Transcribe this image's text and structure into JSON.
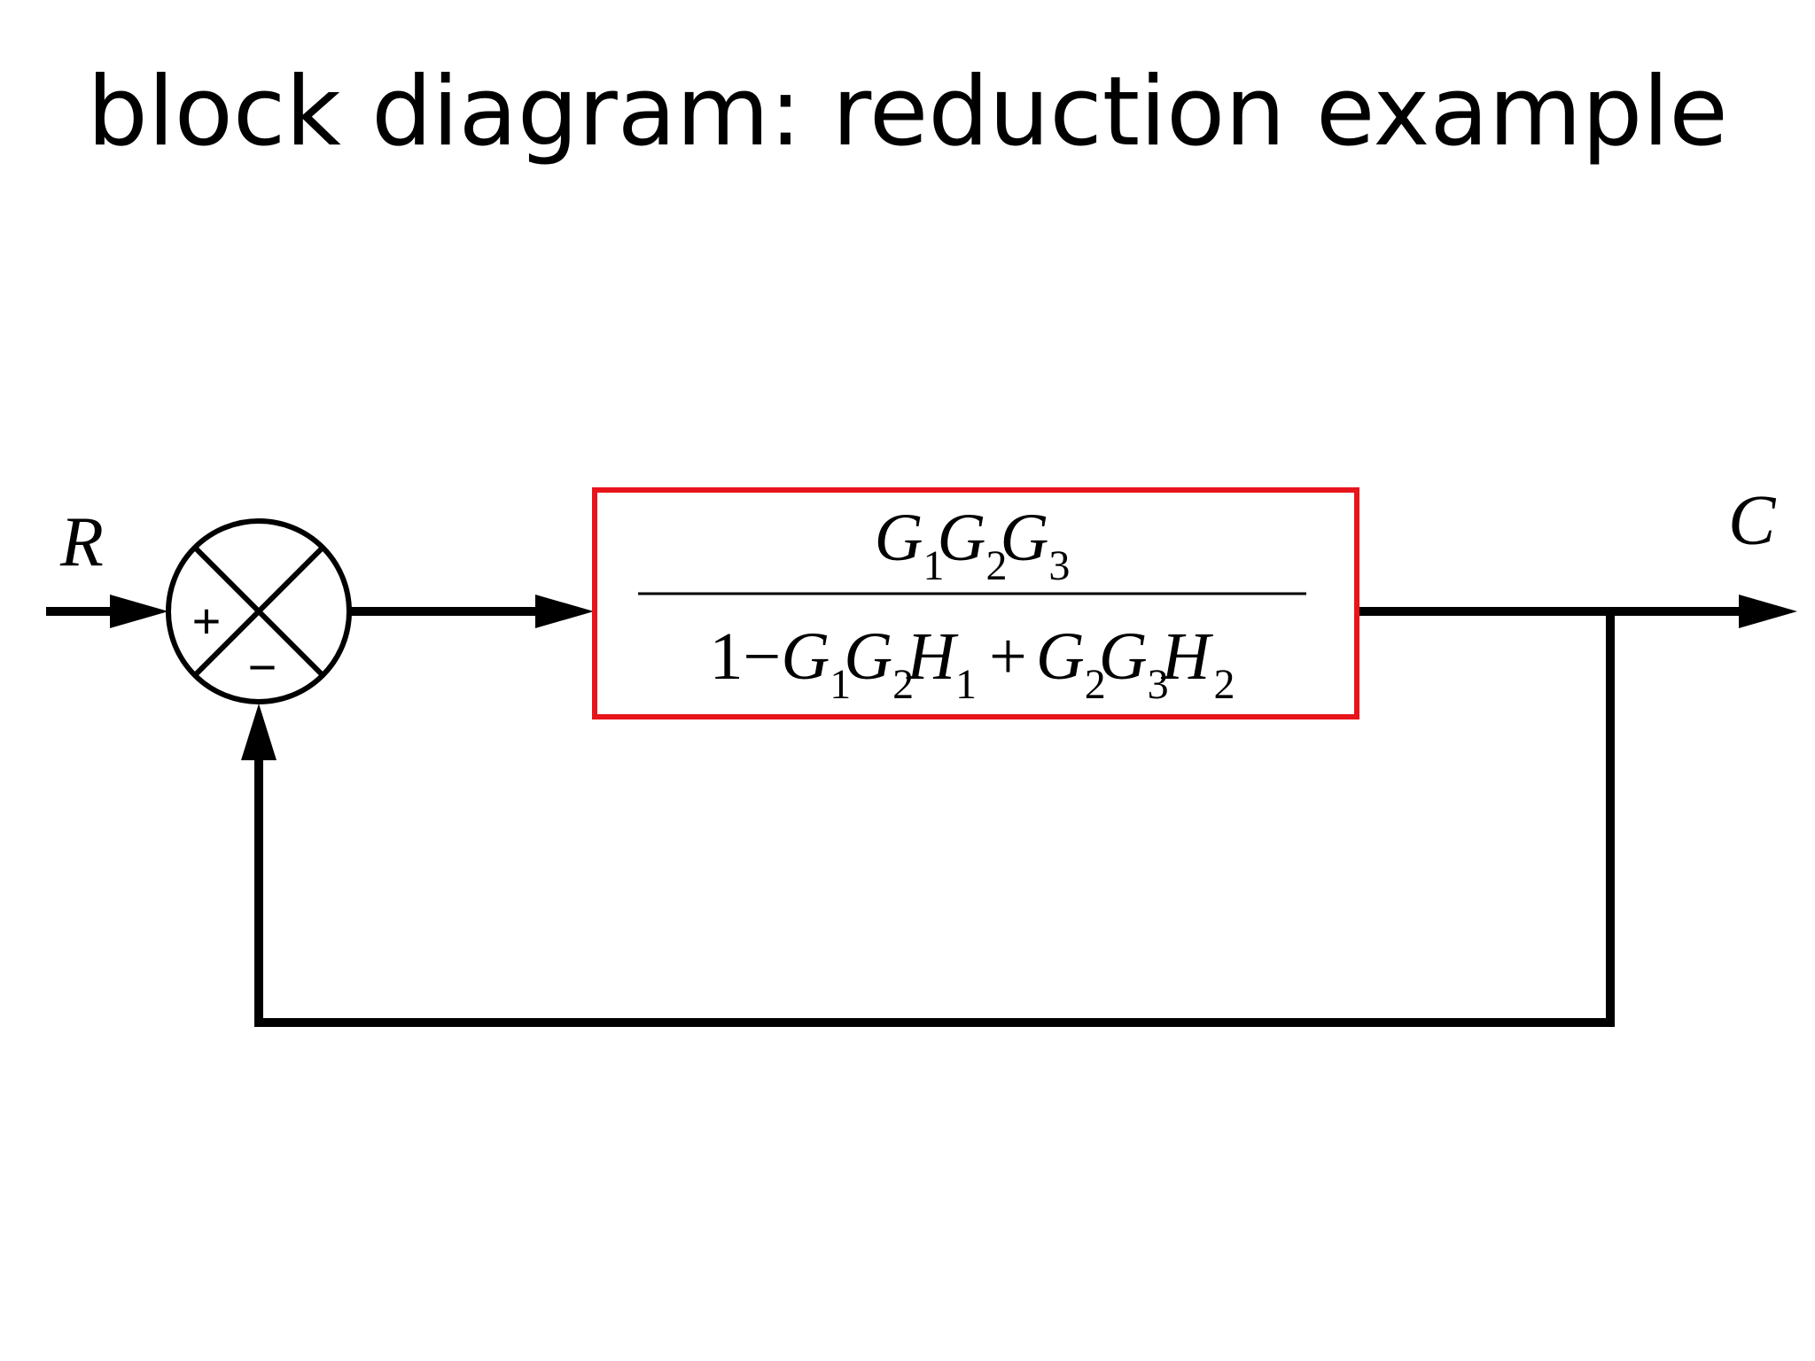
{
  "title": "block diagram: reduction example",
  "diagram": {
    "input_label": "R",
    "output_label": "C",
    "summing_junction": {
      "plus_sign": "+",
      "minus_sign": "−"
    },
    "block": {
      "border_color": "#e8141b",
      "numerator": [
        {
          "sym": "G",
          "sub": "1"
        },
        {
          "sym": "G",
          "sub": "2"
        },
        {
          "sym": "G",
          "sub": "3"
        }
      ],
      "denominator": {
        "lead": "1",
        "op1": "−",
        "term1": [
          {
            "sym": "G",
            "sub": "1"
          },
          {
            "sym": "G",
            "sub": "2"
          },
          {
            "sym": "H",
            "sub": "1"
          }
        ],
        "op2": "+",
        "term2": [
          {
            "sym": "G",
            "sub": "2"
          },
          {
            "sym": "G",
            "sub": "3"
          },
          {
            "sym": "H",
            "sub": "2"
          }
        ]
      }
    },
    "line_color": "#000000"
  }
}
